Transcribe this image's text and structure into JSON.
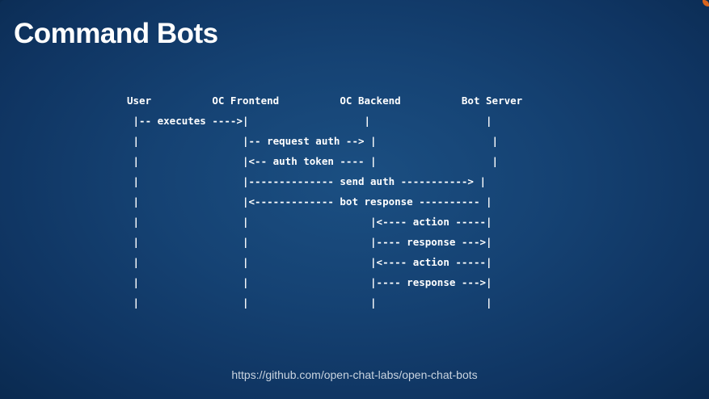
{
  "slide": {
    "title": "Command Bots",
    "footer_link": "https://github.com/open-chat-labs/open-chat-bots"
  },
  "diagram": {
    "header_line": "User          OC Frontend          OC Backend          Bot Server",
    "lines": [
      " |-- executes ---->|                   |                   |",
      " |                 |-- request auth --> |                   |",
      " |                 |<-- auth token ---- |                   |",
      " |                 |-------------- send auth -----------> |",
      " |                 |<------------- bot response ---------- |",
      " |                 |                    |<---- action -----|",
      " |                 |                    |---- response --->|",
      " |                 |                    |<---- action -----|",
      " |                 |                    |---- response --->|",
      " |                 |                    |                  |"
    ]
  },
  "colors": {
    "background": "#154273",
    "text": "#ffffff",
    "footer_text": "#c9d4e0",
    "corner_accent": "#d8641e"
  }
}
